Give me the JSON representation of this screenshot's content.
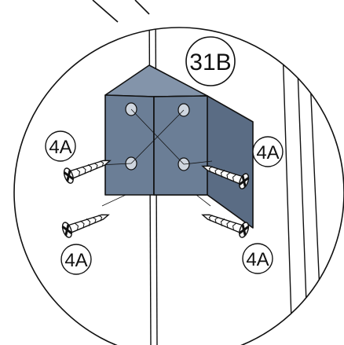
{
  "diagram": {
    "part_label": "31B",
    "screw_labels": [
      "4A",
      "4A",
      "4A",
      "4A"
    ],
    "colors": {
      "bracket_face": "#6b7e96",
      "bracket_top": "#8394aa",
      "bracket_side": "#5a6c84",
      "outline": "#111111",
      "background": "#ffffff"
    },
    "icons": {
      "bracket": "corner-bracket-icon",
      "screw": "wood-screw-icon",
      "magnifier": "magnified-detail-circle"
    }
  }
}
